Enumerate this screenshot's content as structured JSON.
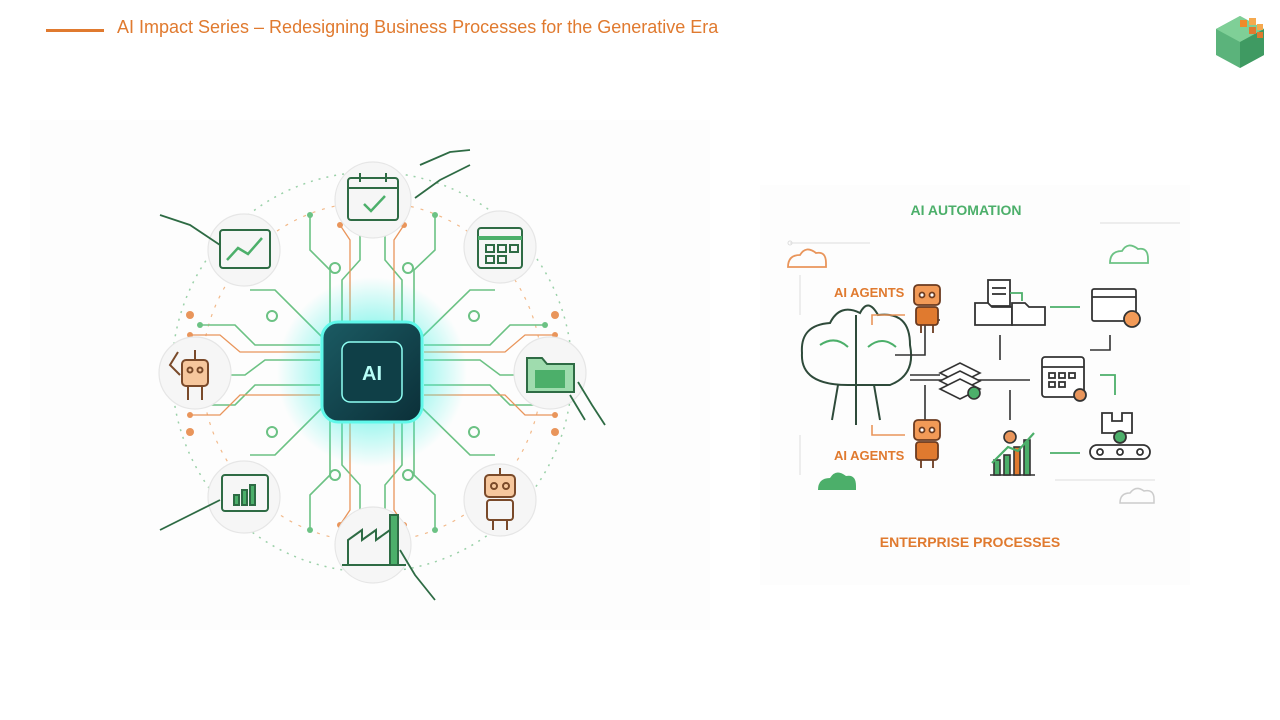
{
  "header": {
    "title": "AI Impact Series – Redesigning Business Processes for the Generative Era"
  },
  "colors": {
    "accent_orange": "#e07a2f",
    "accent_green": "#4caf6a",
    "dark_green": "#2e6b44",
    "cyan_glow": "#3ff0e0"
  },
  "left_illustration": {
    "chip_label": "AI",
    "icons": [
      "calendar-check-icon",
      "calendar-grid-icon",
      "folder-icon",
      "robot-icon",
      "factory-icon",
      "bar-chart-tablet-icon",
      "robot-arm-icon",
      "line-chart-icon"
    ]
  },
  "right_diagram": {
    "title": "AI AUTOMATION",
    "agents_top": "AI AGENTS",
    "agents_bottom": "AI AGENTS",
    "footer": "ENTERPRISE PROCESSES"
  }
}
